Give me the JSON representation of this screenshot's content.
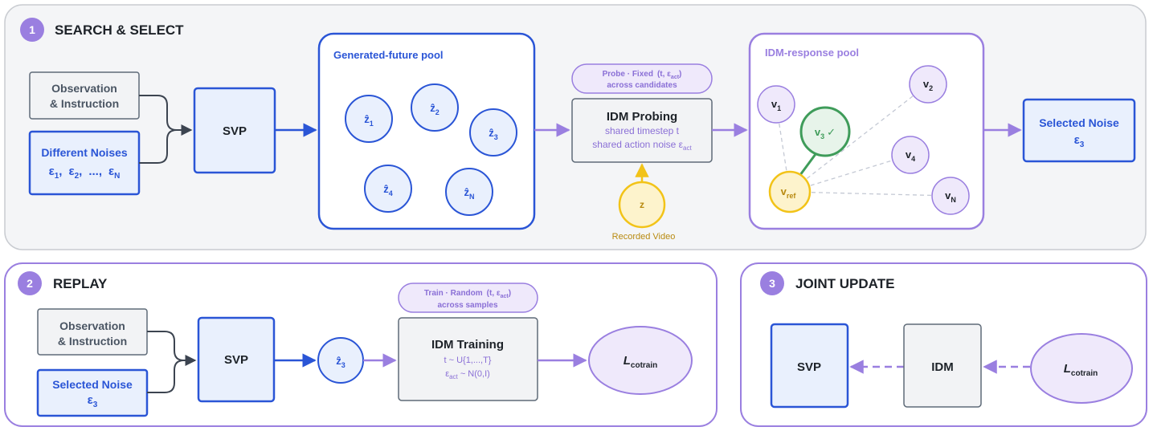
{
  "colors": {
    "blue": "#2a55d6",
    "blue_fill": "#e9f0fd",
    "purple": "#9a7fe0",
    "purple_fill": "#efe9fb",
    "purple_text": "#8a6fd6",
    "green": "#3f9c5a",
    "green_fill": "#e7f4ea",
    "gold": "#f2c318",
    "gold_fill": "#fdf3cc",
    "gold_text": "#b88a10",
    "gray": "#5f6b78",
    "gray_fill": "#f2f3f5",
    "panel_fill": "#f4f5f7",
    "panel_border": "#c9ccd1"
  },
  "section1": {
    "number": "1",
    "title": "SEARCH & SELECT",
    "obs_line1": "Observation",
    "obs_line2": "& Instruction",
    "noises_title": "Different Noises",
    "noise_e": "ε",
    "noise_sub1": "1",
    "noise_sub2": "2",
    "noise_subN": "N",
    "sep": ",",
    "dots": "...",
    "svp": "SVP",
    "pool_title": "Generated-future pool",
    "z_hat": "ẑ",
    "z_subs": [
      "1",
      "2",
      "3",
      "4",
      "N"
    ],
    "probe_fixed_a": "Probe · Fixed",
    "probe_fixed_b": "(t, ε",
    "probe_fixed_sub": "act",
    "probe_fixed_c": ")",
    "probe_fixed_line2": "across candidates",
    "idm_probing_title": "IDM Probing",
    "idm_probing_line1": "shared timestep t",
    "idm_probing_line2": "shared action noise ε",
    "idm_probing_sub": "act",
    "z_label": "z",
    "recorded_video": "Recorded Video",
    "idm_pool_title": "IDM-response pool",
    "v": "v",
    "v_subs": [
      "1",
      "2",
      "3",
      "4",
      "N"
    ],
    "v_ref_sub": "ref",
    "check": "✓",
    "selected_noise": "Selected Noise",
    "selected_e": "ε",
    "selected_sub": "3"
  },
  "section2": {
    "number": "2",
    "title": "REPLAY",
    "obs_line1": "Observation",
    "obs_line2": "& Instruction",
    "selected_noise": "Selected Noise",
    "selected_e": "ε",
    "selected_sub": "3",
    "svp": "SVP",
    "z_hat": "ẑ",
    "z_sub": "3",
    "train_random_a": "Train · Random",
    "train_random_b": "(t, ε",
    "train_random_sub": "act",
    "train_random_c": ")",
    "train_random_line2": "across samples",
    "idm_training_title": "IDM Training",
    "idm_training_line1": "t ~ U{1,...,T}",
    "idm_training_e": "ε",
    "idm_training_sub": "act",
    "idm_training_line2": " ~ N(0,I)",
    "loss_L": "L",
    "loss_sub": "cotrain"
  },
  "section3": {
    "number": "3",
    "title": "JOINT UPDATE",
    "svp": "SVP",
    "idm": "IDM",
    "loss_L": "L",
    "loss_sub": "cotrain"
  }
}
